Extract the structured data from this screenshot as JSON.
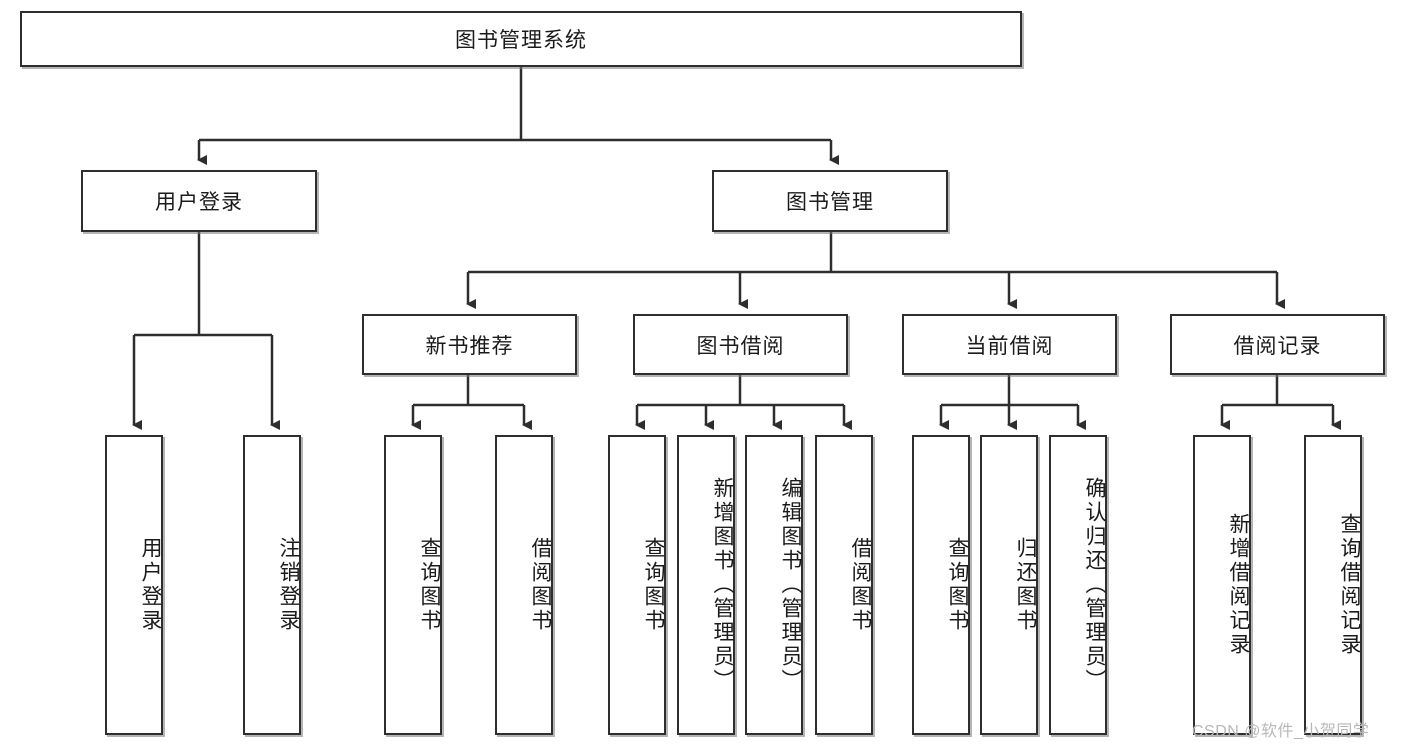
{
  "diagram": {
    "title": "图书管理系统",
    "watermark": "CSDN @软件_小贺同学",
    "colors": {
      "box_border": "#2e2e2e",
      "box_fill": "#ffffff",
      "connector": "#2e2e2e",
      "watermark": "#b8b8b8",
      "background": "#ffffff"
    },
    "nodes": {
      "root": {
        "label": "图书管理系统",
        "orientation": "horizontal"
      },
      "user_login": {
        "label": "用户登录",
        "orientation": "horizontal"
      },
      "book_manage": {
        "label": "图书管理",
        "orientation": "horizontal"
      },
      "new_book_recommend": {
        "label": "新书推荐",
        "orientation": "horizontal"
      },
      "book_borrow": {
        "label": "图书借阅",
        "orientation": "horizontal"
      },
      "current_borrow": {
        "label": "当前借阅",
        "orientation": "horizontal"
      },
      "borrow_record": {
        "label": "借阅记录",
        "orientation": "horizontal"
      },
      "leaf_user_login": {
        "label": "用户登录",
        "orientation": "vertical"
      },
      "leaf_logout": {
        "label": "注销登录",
        "orientation": "vertical"
      },
      "leaf_query_book_1": {
        "label": "查询图书",
        "orientation": "vertical"
      },
      "leaf_borrow_book_1": {
        "label": "借阅图书",
        "orientation": "vertical"
      },
      "leaf_query_book_2": {
        "label": "查询图书",
        "orientation": "vertical"
      },
      "leaf_add_book": {
        "label": "新增图书（管理员）",
        "orientation": "vertical"
      },
      "leaf_edit_book": {
        "label": "编辑图书（管理员）",
        "orientation": "vertical"
      },
      "leaf_borrow_book_2": {
        "label": "借阅图书",
        "orientation": "vertical"
      },
      "leaf_query_book_3": {
        "label": "查询图书",
        "orientation": "vertical"
      },
      "leaf_return_book": {
        "label": "归还图书",
        "orientation": "vertical"
      },
      "leaf_confirm_return": {
        "label": "确认归还（管理员）",
        "orientation": "vertical"
      },
      "leaf_add_record": {
        "label": "新增借阅记录",
        "orientation": "vertical"
      },
      "leaf_query_record": {
        "label": "查询借阅记录",
        "orientation": "vertical"
      }
    },
    "hierarchy": [
      {
        "label": "图书管理系统",
        "children": [
          {
            "label": "用户登录",
            "children": [
              {
                "label": "用户登录"
              },
              {
                "label": "注销登录"
              }
            ]
          },
          {
            "label": "图书管理",
            "children": [
              {
                "label": "新书推荐",
                "children": [
                  {
                    "label": "查询图书"
                  },
                  {
                    "label": "借阅图书"
                  }
                ]
              },
              {
                "label": "图书借阅",
                "children": [
                  {
                    "label": "查询图书"
                  },
                  {
                    "label": "新增图书（管理员）"
                  },
                  {
                    "label": "编辑图书（管理员）"
                  },
                  {
                    "label": "借阅图书"
                  }
                ]
              },
              {
                "label": "当前借阅",
                "children": [
                  {
                    "label": "查询图书"
                  },
                  {
                    "label": "归还图书"
                  },
                  {
                    "label": "确认归还（管理员）"
                  }
                ]
              },
              {
                "label": "借阅记录",
                "children": [
                  {
                    "label": "新增借阅记录"
                  },
                  {
                    "label": "查询借阅记录"
                  }
                ]
              }
            ]
          }
        ]
      }
    ]
  }
}
